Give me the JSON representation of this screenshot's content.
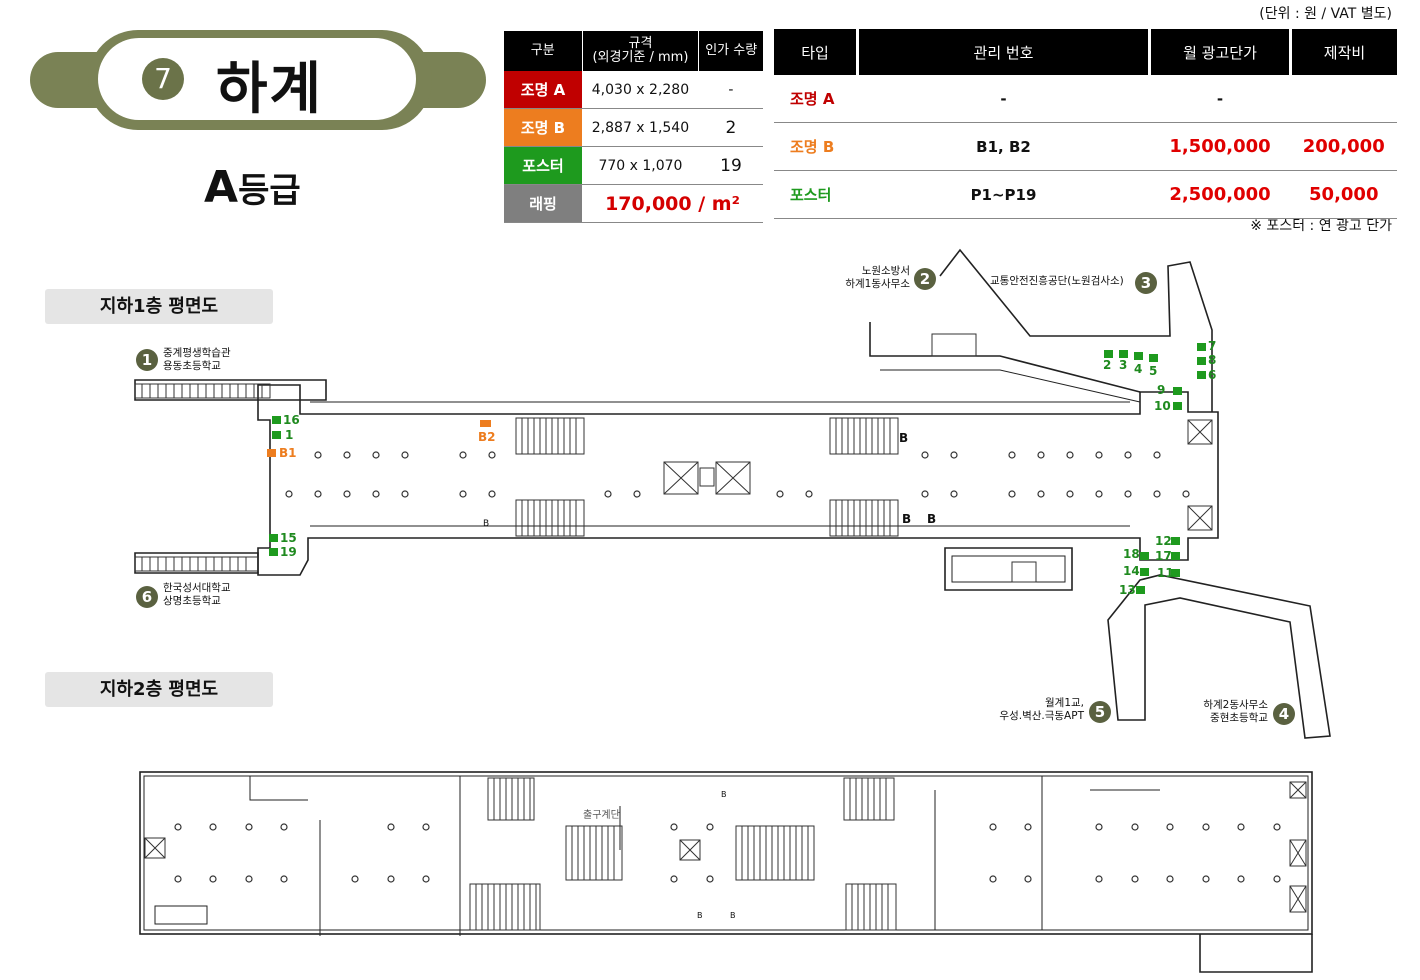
{
  "header": {
    "unit_note": "(단위 : 원 / VAT 별도)",
    "station_number": "7",
    "station_name": "하계",
    "grade_letter": "A",
    "grade_suffix": "등급",
    "poster_note": "※ 포스터 : 연 광고 단가"
  },
  "spec_table": {
    "headers": [
      "구분",
      "규격",
      "(외경기준 / mm)",
      "인가 수량"
    ],
    "rows": [
      {
        "label": "조명 A",
        "color": "#c00000",
        "size": "4,030 x 2,280",
        "qty": "-"
      },
      {
        "label": "조명 B",
        "color": "#ed7d1f",
        "size": "2,887 x 1,540",
        "qty": "2"
      },
      {
        "label": "포스터",
        "color": "#1e9a1e",
        "size": "770 x 1,070",
        "qty": "19"
      }
    ],
    "wrap": {
      "label": "래핑",
      "color": "#7f7f7f",
      "price": "170,000 / m²"
    }
  },
  "price_table": {
    "headers": [
      "타입",
      "관리 번호",
      "월 광고단가",
      "제작비"
    ],
    "rows": [
      {
        "type": "조명 A",
        "color": "#c00000",
        "ids": "-",
        "monthly": "-",
        "production": ""
      },
      {
        "type": "조명 B",
        "color": "#ed7d1f",
        "ids": "B1, B2",
        "monthly": "1,500,000",
        "production": "200,000"
      },
      {
        "type": "포스터",
        "color": "#1e9a1e",
        "ids": "P1~P19",
        "monthly": "2,500,000",
        "production": "50,000"
      }
    ]
  },
  "floors": {
    "b1_label": "지하1층 평면도",
    "b2_label": "지하2층 평면도",
    "b2_stair_label": "출구계단"
  },
  "exits": [
    {
      "num": "1",
      "line1": "중계평생학습관",
      "line2": "용동초등학교"
    },
    {
      "num": "2",
      "line1": "노원소방서",
      "line2": "하계1동사무소"
    },
    {
      "num": "3",
      "line1": "교통안전진흥공단(노원검사소)",
      "line2": ""
    },
    {
      "num": "4",
      "line1": "하계2동사무소",
      "line2": "중현초등학교"
    },
    {
      "num": "5",
      "line1": "월계1교,",
      "line2": "우성.벽산.극동APT"
    },
    {
      "num": "6",
      "line1": "한국성서대학교",
      "line2": "상명초등학교"
    }
  ],
  "ad_markers": {
    "posters": [
      "1",
      "2",
      "3",
      "4",
      "5",
      "6",
      "7",
      "8",
      "9",
      "10",
      "11",
      "12",
      "13",
      "14",
      "15",
      "16",
      "17",
      "18",
      "19"
    ],
    "lights": [
      "B1",
      "B2"
    ],
    "generic_b": "B"
  },
  "colors": {
    "title_olive": "#7a8255",
    "poster_green": "#1e9a1e",
    "light_orange": "#ed7d1f",
    "price_red": "#e00000"
  }
}
